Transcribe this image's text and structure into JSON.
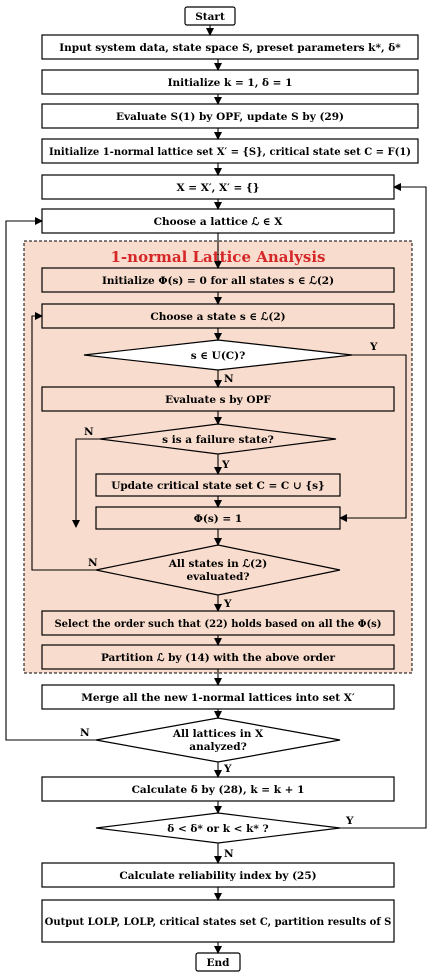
{
  "diagram": {
    "start": "Start",
    "input": "Input system data, state space S,  preset parameters k*, δ*",
    "init_k": "Initialize k = 1, δ = 1",
    "evaluate": "Evaluate S(1) by OPF,  update S by (29)",
    "init_sets": "Initialize 1-normal lattice set X′ = {S}, critical state set C = F(1)",
    "assign": "X = X′, X′ = {}",
    "choose_lattice": "Choose a lattice ℒ ∈ X",
    "region_title": "1-normal Lattice Analysis",
    "init_phi": "Initialize Φ(s) = 0 for all states s ∈ ℒ(2)",
    "choose_state": "Choose a state s ∈ ℒ(2)",
    "decision_uc": "s ∈ U(C)?",
    "eval_s": "Evaluate s by OPF",
    "decision_failure": "s is a failure state?",
    "update_c": "Update critical state set C = C ∪ {s}",
    "phi_one": "Φ(s) = 1",
    "decision_all_states_1": "All states in ℒ(2)",
    "decision_all_states_2": "evaluated?",
    "select_order": "Select the order such that (22) holds based on all the Φ(s)",
    "partition": "Partition ℒ by (14) with the above order",
    "merge": "Merge all the new 1-normal lattices into set X′",
    "decision_all_lattices_1": "All lattices in X",
    "decision_all_lattices_2": "analyzed?",
    "calc_delta": "Calculate δ by (28), k = k + 1",
    "decision_delta": "δ < δ*  or k < k* ?",
    "calc_reliability": "Calculate reliability index by (25)",
    "output": "Output LOLP, LOLP, critical states set C, partition results of S",
    "end": "End",
    "yes": "Y",
    "no": "N"
  }
}
